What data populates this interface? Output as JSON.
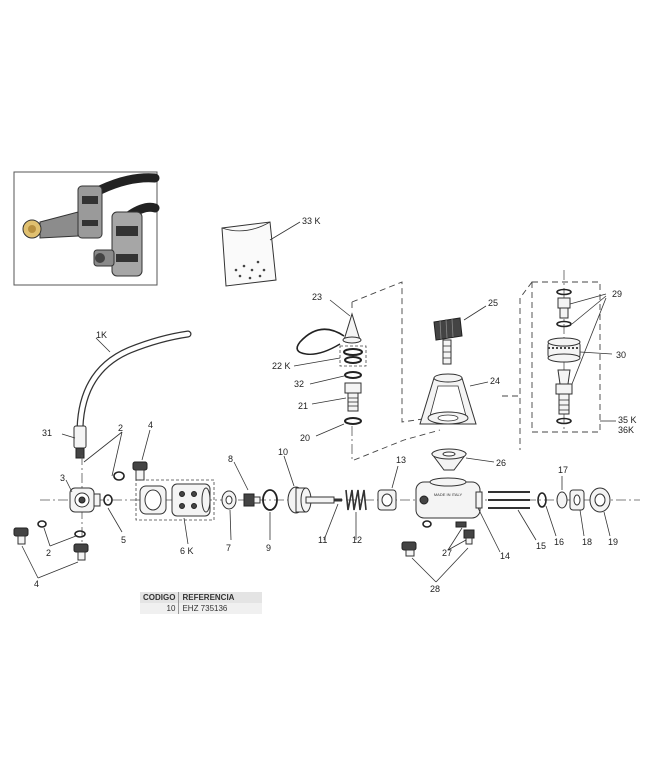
{
  "labels": {
    "l33k": "33 K",
    "l23": "23",
    "l25": "25",
    "l29": "29",
    "l1k": "1K",
    "l22k": "22 K",
    "l30": "30",
    "l32": "32",
    "l24": "24",
    "l21": "21",
    "l35k": "35 K",
    "l36k": "36K",
    "l31": "31",
    "l2a": "2",
    "l4a": "4",
    "l20": "20",
    "l26": "26",
    "l3": "3",
    "l8": "8",
    "l10": "10",
    "l13": "13",
    "l17": "17",
    "l5": "5",
    "l2b": "2",
    "l6k": "6 K",
    "l7": "7",
    "l9": "9",
    "l11": "11",
    "l12": "12",
    "l27": "27",
    "l14": "14",
    "l15": "15",
    "l16": "16",
    "l18": "18",
    "l19": "19",
    "l4b": "4",
    "l28": "28"
  },
  "stamp": "MADE IN ITALY",
  "table": {
    "header_code": "CODIGO",
    "header_ref": "REFERENCIA",
    "code": "10",
    "ref": "EHZ 735136"
  }
}
